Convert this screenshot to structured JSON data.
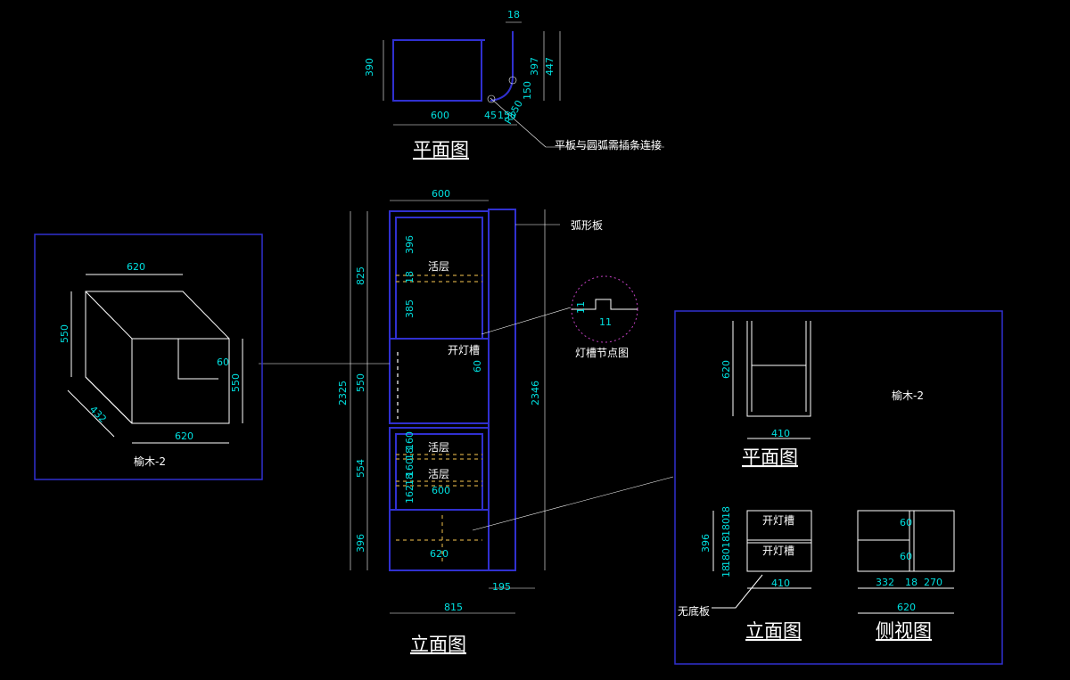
{
  "colors": {
    "background": "#000000",
    "panel_lines": "#3030d0",
    "dimension_text": "#00e0e0",
    "label_text": "#ffffff",
    "shelf_lines": "#c8a040",
    "node_circle": "#c040c0"
  },
  "plan": {
    "title": "平面图",
    "dims": [
      "18",
      "390",
      "600",
      "397",
      "447",
      "150",
      "45",
      "150",
      "R150"
    ],
    "note": "平板与圆弧需插条连接"
  },
  "elevation": {
    "title": "立面图",
    "overall_height": "2325",
    "total_height": "2346",
    "top_width": "600",
    "arc_panel_label": "弧形板",
    "section_heights": [
      "825",
      "550",
      "554",
      "396"
    ],
    "top_section": [
      "396",
      "18",
      "385"
    ],
    "mid_section_dims": [
      "162",
      "18",
      "160",
      "18",
      "160"
    ],
    "shelf_label": "活层",
    "light_slot_label": "开灯槽",
    "light_slot_dim": "60",
    "inner_width": "600",
    "bottom_width": "620",
    "bottom_dims": [
      "815",
      "195"
    ]
  },
  "node_detail": {
    "title": "灯槽节点图",
    "dims": [
      "11",
      "11"
    ]
  },
  "left_panel": {
    "dims": [
      "620",
      "550",
      "550",
      "60",
      "432",
      "620"
    ],
    "material": "榆木-2"
  },
  "right_panel": {
    "material": "榆木-2",
    "plan_title": "平面图",
    "plan_dims": [
      "620",
      "410"
    ],
    "elevation_title": "立面图",
    "elevation_dims": [
      "396",
      "18",
      "180",
      "18",
      "180",
      "18",
      "410"
    ],
    "light_slot_label": "开灯槽",
    "no_bottom_label": "无底板",
    "side_title": "侧视图",
    "side_dims": [
      "60",
      "60",
      "332",
      "18",
      "270",
      "620"
    ]
  }
}
